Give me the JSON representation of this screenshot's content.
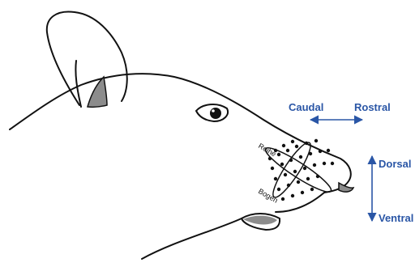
{
  "labels": {
    "caudal": "Caudal",
    "rostral": "Rostral",
    "dorsal": "Dorsal",
    "ventral": "Ventral",
    "row": "Reihe",
    "arc": "Bogen"
  },
  "colors": {
    "axis": "#2a56a6",
    "outline": "#111111",
    "shading": "#8c8c8c",
    "whisker_pad": "#111111"
  }
}
